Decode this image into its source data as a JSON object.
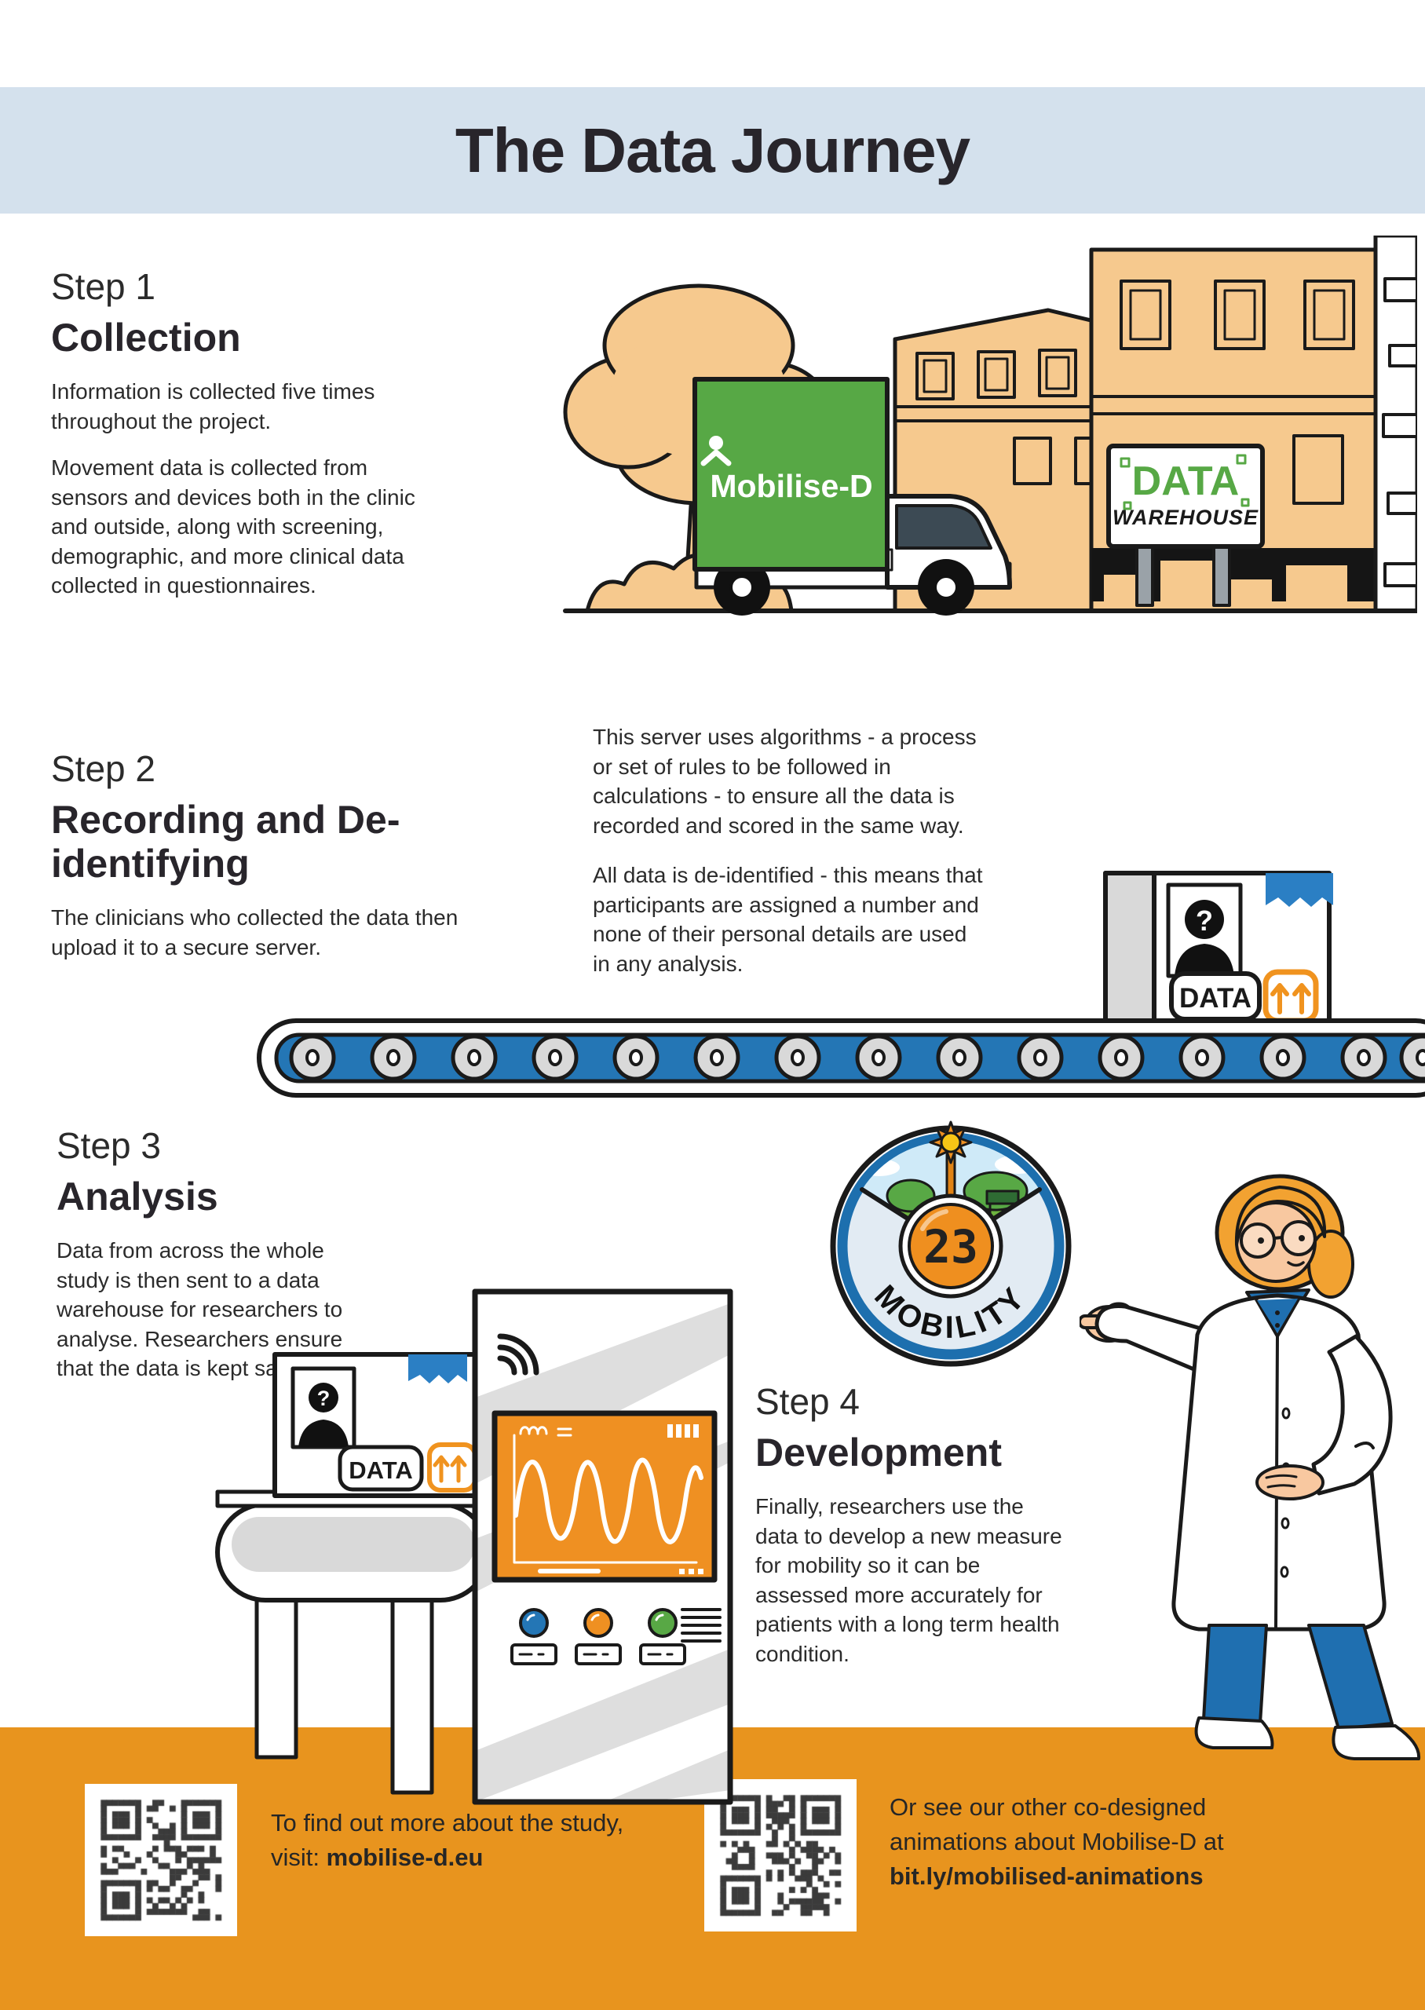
{
  "title": "The Data Journey",
  "steps": [
    {
      "label": "Step 1",
      "heading": "Collection",
      "p1": "Information is collected five times throughout the project.",
      "p2": "Movement data is collected from sensors and devices both in the clinic and outside, along with screening, demographic, and more clinical data collected in questionnaires."
    },
    {
      "label": "Step 2",
      "heading": "Recording and De-identifying",
      "p1": "The clinicians who collected the data then upload it to a secure server.",
      "side1": "This server uses algorithms - a process or set of rules to be followed in calculations - to ensure all the data is recorded and scored in the same way.",
      "side2": "All data is de-identified - this means that participants are assigned a number and none of their personal details are used in any analysis."
    },
    {
      "label": "Step 3",
      "heading": "Analysis",
      "p1": "Data from across the whole study is then sent to a data warehouse for researchers to analyse. Researchers ensure that the data is kept safe."
    },
    {
      "label": "Step 4",
      "heading": "Development",
      "p1": "Finally, researchers use the data to develop a new measure for mobility so it can be assessed more accurately for patients with a long term health condition."
    }
  ],
  "illustrations": {
    "truck_logo": "Mobilise-D",
    "sign_top": "DATA",
    "sign_bottom": "WAREHOUSE",
    "box_label": "DATA",
    "unknown_mark": "?",
    "gauge_value": "23",
    "gauge_label": "MOBILITY"
  },
  "footer": {
    "left_text": "To find out more about the study, visit: ",
    "left_link": "mobilise-d.eu",
    "right_text": "Or see our other co-designed animations about Mobilise-D at ",
    "right_link": "bit.ly/mobilised-animations"
  },
  "colors": {
    "banner_blue": "#d4e1ed",
    "footer_orange": "#e8941e",
    "brand_green": "#57a845",
    "belt_blue": "#2476b5",
    "accent_orange": "#ef9022",
    "building_tan": "#f6c98e",
    "outline": "#1a1a1a",
    "text_dark": "#2b2b2b"
  }
}
